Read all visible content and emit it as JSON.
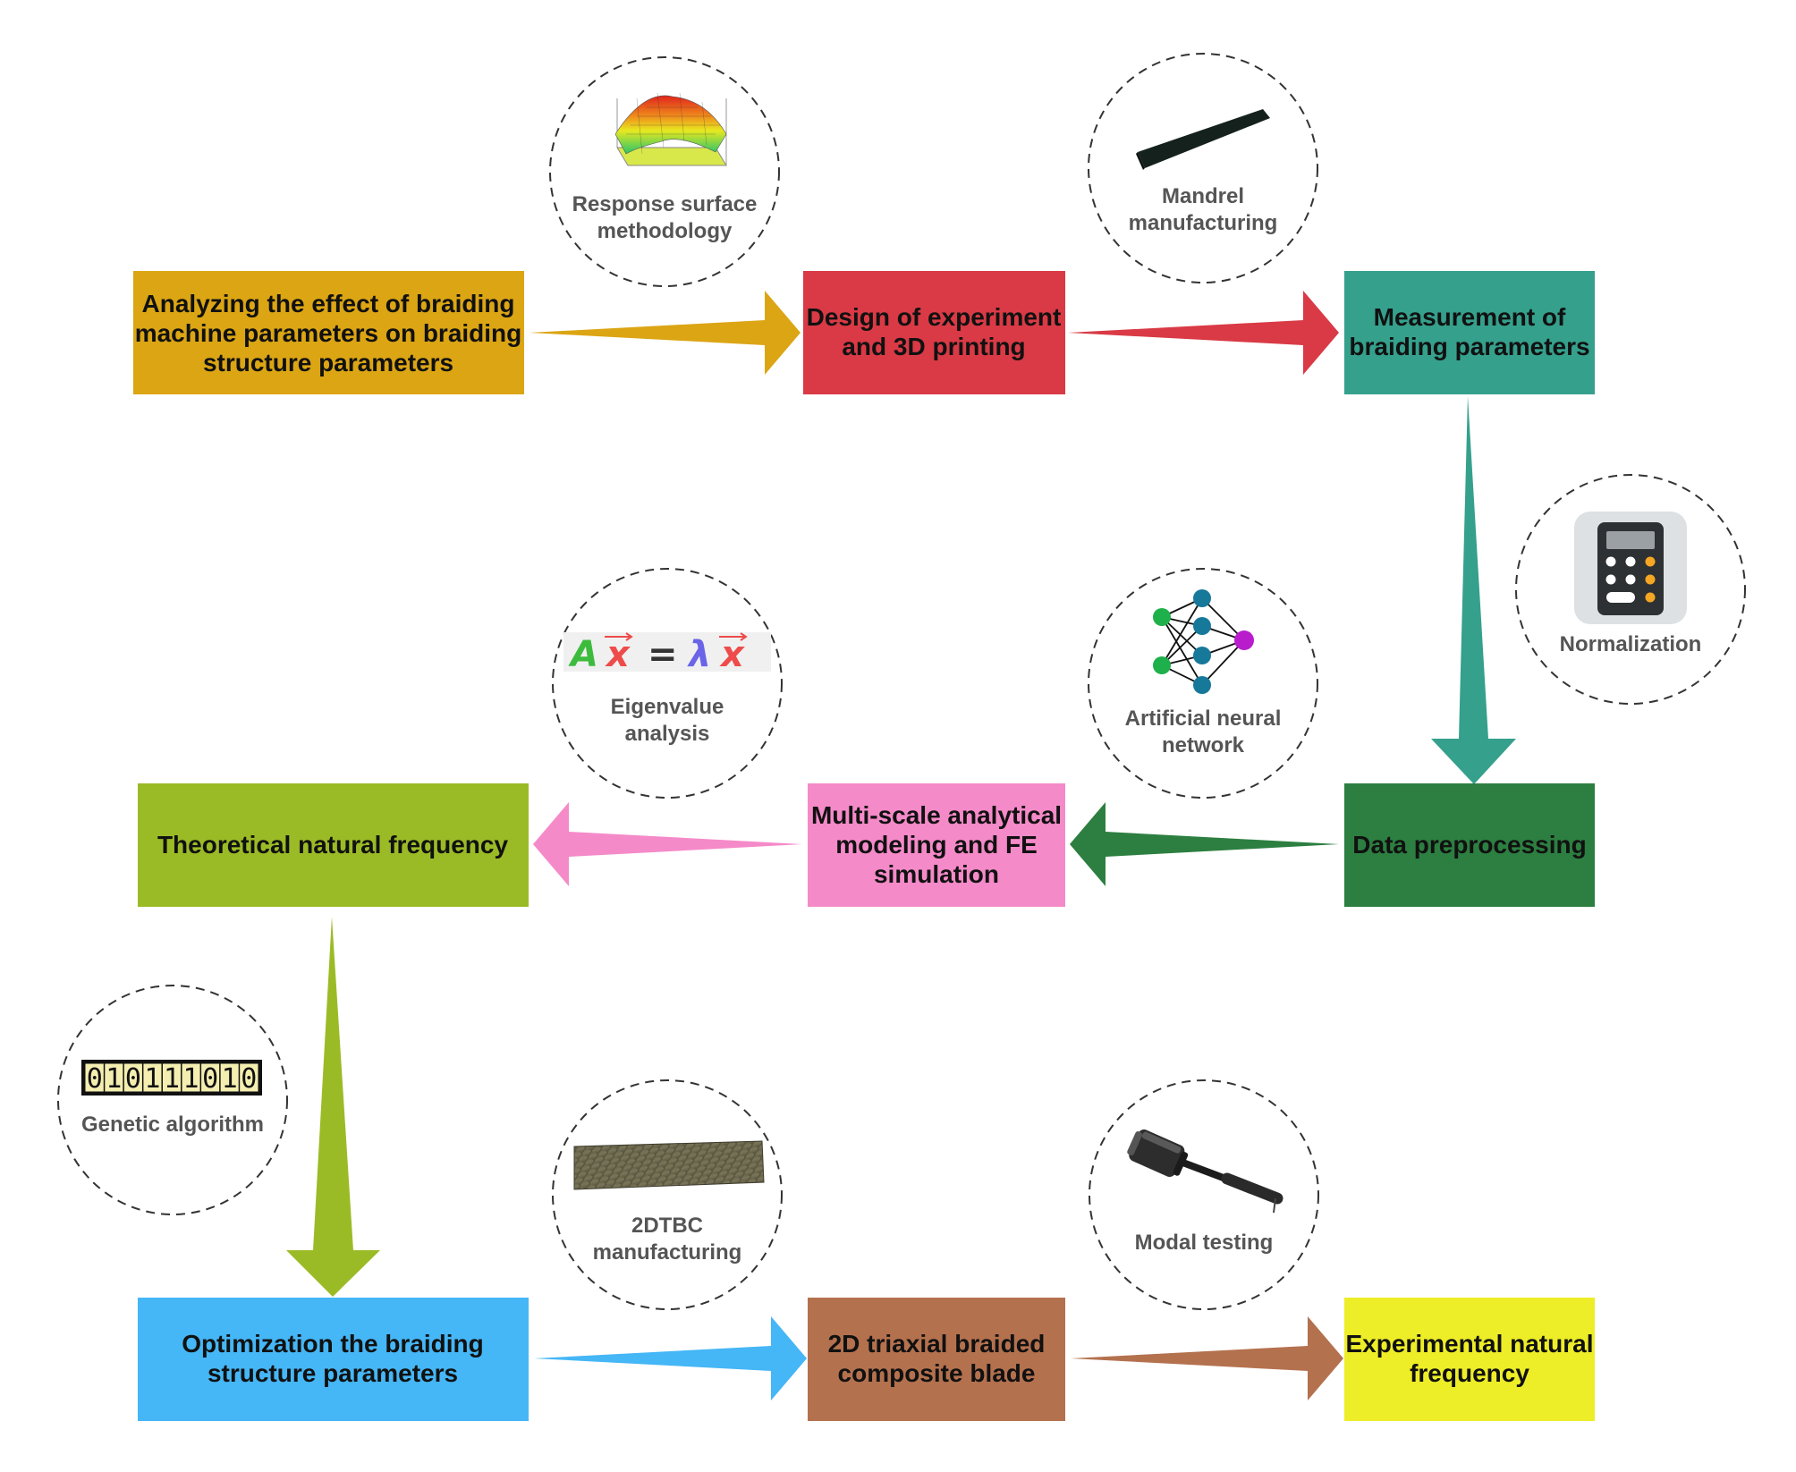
{
  "colors": {
    "amber": "#dba514",
    "red": "#d93a45",
    "teal": "#35a08c",
    "dark_green": "#2c7f40",
    "pink": "#f58ac9",
    "olive": "#9bbb26",
    "sky": "#45b6f6",
    "brown": "#b4714e",
    "yellow": "#eded28",
    "circle_text": "#555555",
    "dashed_circle": "#333333"
  },
  "boxes": {
    "analyze": {
      "lines": [
        "Analyzing the effect of braiding",
        "machine parameters on braiding",
        "structure parameters"
      ]
    },
    "doe": {
      "lines": [
        "Design of experiment",
        "and 3D printing"
      ]
    },
    "measure": {
      "lines": [
        "Measurement of",
        "braiding parameters"
      ]
    },
    "preprocess": {
      "lines": [
        "Data preprocessing"
      ]
    },
    "multiscale": {
      "lines": [
        "Multi-scale analytical",
        "modeling and FE",
        "simulation"
      ]
    },
    "theory": {
      "lines": [
        "Theoretical natural frequency"
      ]
    },
    "optimize": {
      "lines": [
        "Optimization the braiding",
        "structure parameters"
      ]
    },
    "blade": {
      "lines": [
        "2D triaxial braided",
        "composite blade"
      ]
    },
    "experiment": {
      "lines": [
        "Experimental natural",
        "frequency"
      ]
    }
  },
  "circles": {
    "rsm": {
      "lines": [
        "Response surface",
        "methodology"
      ],
      "icon": "surface-plot-icon"
    },
    "mandrel": {
      "lines": [
        "Mandrel",
        "manufacturing"
      ],
      "icon": "mandrel-bar-icon"
    },
    "normalization": {
      "lines": [
        "Normalization"
      ],
      "icon": "calculator-icon"
    },
    "ann": {
      "lines": [
        "Artificial neural",
        "network"
      ],
      "icon": "neural-network-icon"
    },
    "eigen": {
      "lines": [
        "Eigenvalue",
        "analysis"
      ],
      "icon": "eigen-equation-icon",
      "equation": {
        "a": "A",
        "x": "x",
        "eq": "=",
        "lambda": "λ"
      }
    },
    "genetic": {
      "lines": [
        "Genetic algorithm"
      ],
      "icon": "binary-chromosome-icon",
      "bits": [
        "0",
        "1",
        "0",
        "1",
        "1",
        "1",
        "0",
        "1",
        "0"
      ]
    },
    "tbc": {
      "lines": [
        "2DTBC",
        "manufacturing"
      ],
      "icon": "braided-strip-icon"
    },
    "modal": {
      "lines": [
        "Modal testing"
      ],
      "icon": "impact-hammer-icon"
    }
  }
}
